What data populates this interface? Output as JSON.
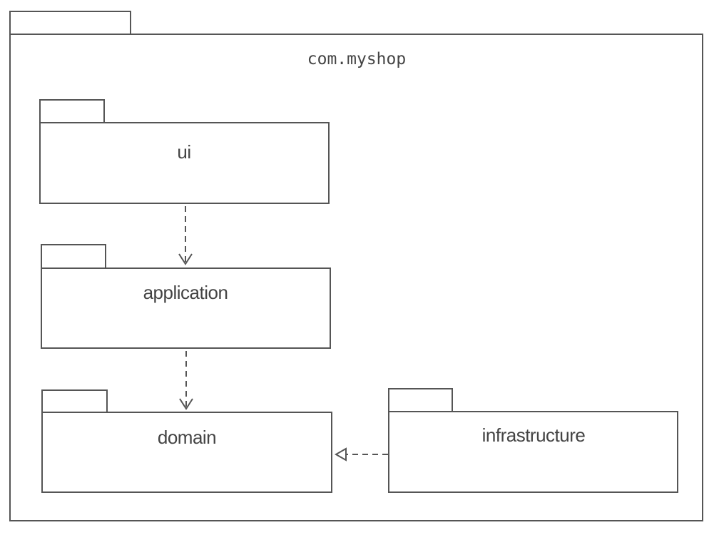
{
  "diagram": {
    "type": "uml-package-diagram",
    "container": {
      "name": "com.myshop"
    },
    "packages": [
      {
        "id": "ui",
        "name": "ui"
      },
      {
        "id": "application",
        "name": "application"
      },
      {
        "id": "domain",
        "name": "domain"
      },
      {
        "id": "infrastructure",
        "name": "infrastructure"
      }
    ],
    "relations": [
      {
        "from": "ui",
        "to": "application",
        "type": "dependency",
        "arrowhead": "open"
      },
      {
        "from": "application",
        "to": "domain",
        "type": "dependency",
        "arrowhead": "open"
      },
      {
        "from": "infrastructure",
        "to": "domain",
        "type": "realization",
        "arrowhead": "hollow-triangle"
      }
    ],
    "line_color": "#555555"
  }
}
